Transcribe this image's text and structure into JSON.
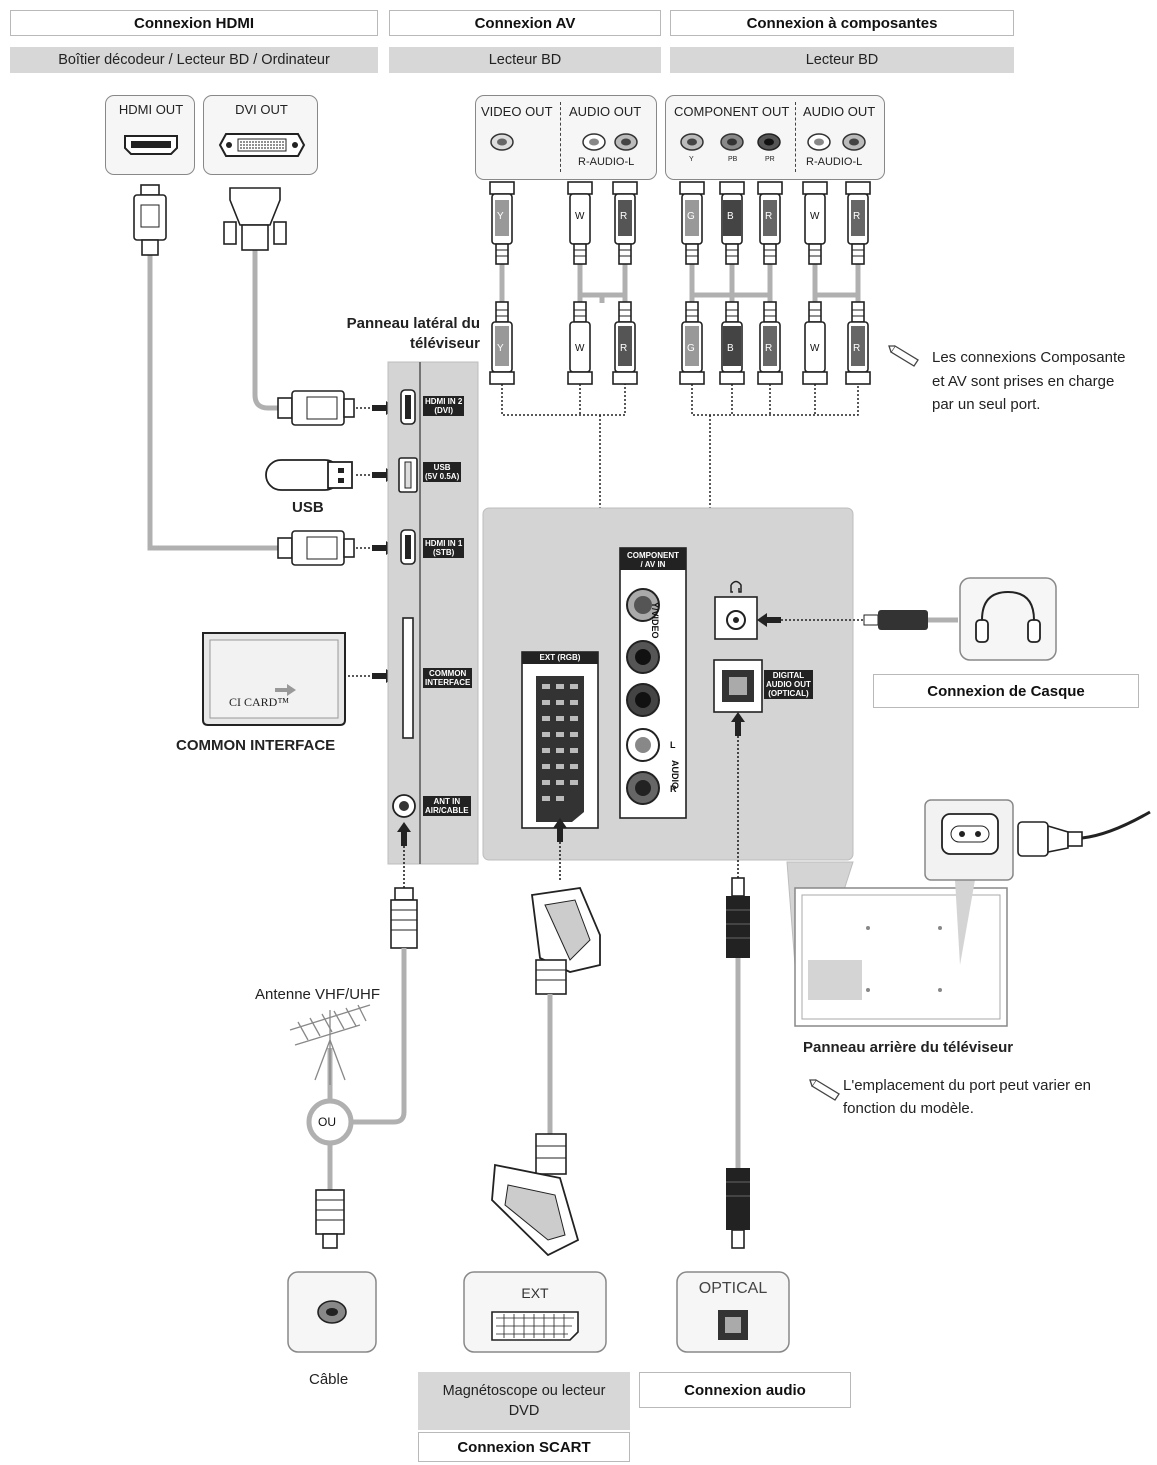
{
  "headers": {
    "hdmi": {
      "title": "Connexion HDMI",
      "sub": "Boîtier décodeur / Lecteur BD / Ordinateur"
    },
    "av": {
      "title": "Connexion AV",
      "sub": "Lecteur BD"
    },
    "component": {
      "title": "Connexion à composantes",
      "sub": "Lecteur BD"
    }
  },
  "source_ports": {
    "hdmi_out": "HDMI OUT",
    "dvi_out": "DVI OUT",
    "video_out": "VIDEO OUT",
    "audio_out": "AUDIO OUT",
    "r_audio_l": "R-AUDIO-L",
    "component_out": "COMPONENT OUT",
    "audio_out2": "AUDIO OUT",
    "r_audio_l2": "R-AUDIO-L",
    "y": "Y",
    "pb": "PB",
    "pr": "PR"
  },
  "plug_letters": {
    "y": "Y",
    "w": "W",
    "r": "R",
    "g": "G",
    "b": "B"
  },
  "side_panel": {
    "title_line1": "Panneau latéral du",
    "title_line2": "téléviseur",
    "hdmi2_line1": "HDMI IN 2",
    "hdmi2_line2": "(DVI)",
    "usb_line1": "USB",
    "usb_line2": "(5V 0.5A)",
    "hdmi1_line1": "HDMI IN 1",
    "hdmi1_line2": "(STB)",
    "ci_line1": "COMMON",
    "ci_line2": "INTERFACE",
    "ant_line1": "ANT IN",
    "ant_line2": "AIR/CABLE"
  },
  "usb_label": "USB",
  "ci_card": "CI CARD™",
  "common_interface": "COMMON INTERFACE",
  "note_component": {
    "line1": "Les connexions Composante",
    "line2": "et AV sont prises en charge",
    "line3": "par un seul port."
  },
  "rear_panel": {
    "component_line1": "COMPONENT",
    "component_line2": "/ AV IN",
    "ext_rgb": "EXT (RGB)",
    "video_label": "Y/VIDEO",
    "audio_label": "AUDIO",
    "l": "L",
    "r": "R",
    "digital_line1": "DIGITAL",
    "digital_line2": "AUDIO OUT",
    "digital_line3": "(OPTICAL)"
  },
  "headphone": "Connexion de Casque",
  "rear_title": "Panneau arrière du téléviseur",
  "note_port": {
    "line1": "L'emplacement du port peut varier en",
    "line2": "fonction du modèle."
  },
  "antenna": "Antenne VHF/UHF",
  "ou": "OU",
  "cable": "Câble",
  "ext": "EXT",
  "optical": "OPTICAL",
  "vcr": {
    "line1": "Magnétoscope ou lecteur",
    "line2": "DVD"
  },
  "scart": "Connexion SCART",
  "audio_conn": "Connexion audio",
  "colors": {
    "cable": "#b0b0b0",
    "panel": "#d4d4d4",
    "header_sub": "#d7d7d7",
    "dark": "#222222"
  }
}
